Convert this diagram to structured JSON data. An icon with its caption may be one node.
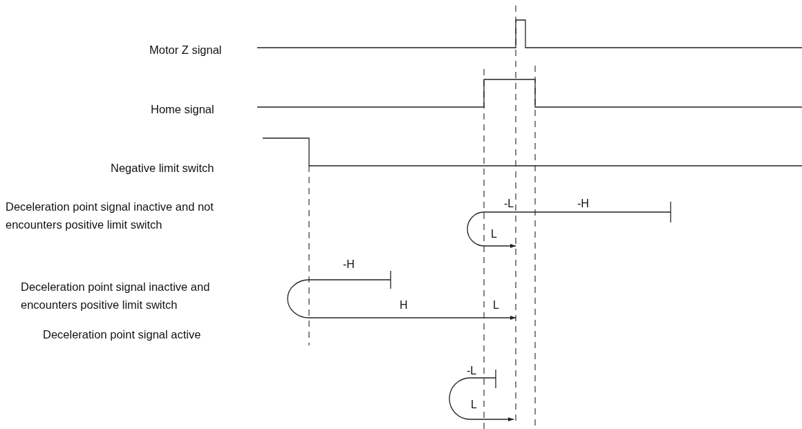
{
  "diagram": {
    "labels": [
      "Motor Z signal",
      "Home signal",
      "Negative limit switch",
      "-L",
      "-H",
      "Deceleration point signal inactive and not encounters positive limit switch",
      "L",
      "-H",
      "Deceleration point signal inactive and encounters positive limit switch",
      "H",
      "L",
      "Deceleration point signal active",
      "-L",
      "L"
    ]
  }
}
